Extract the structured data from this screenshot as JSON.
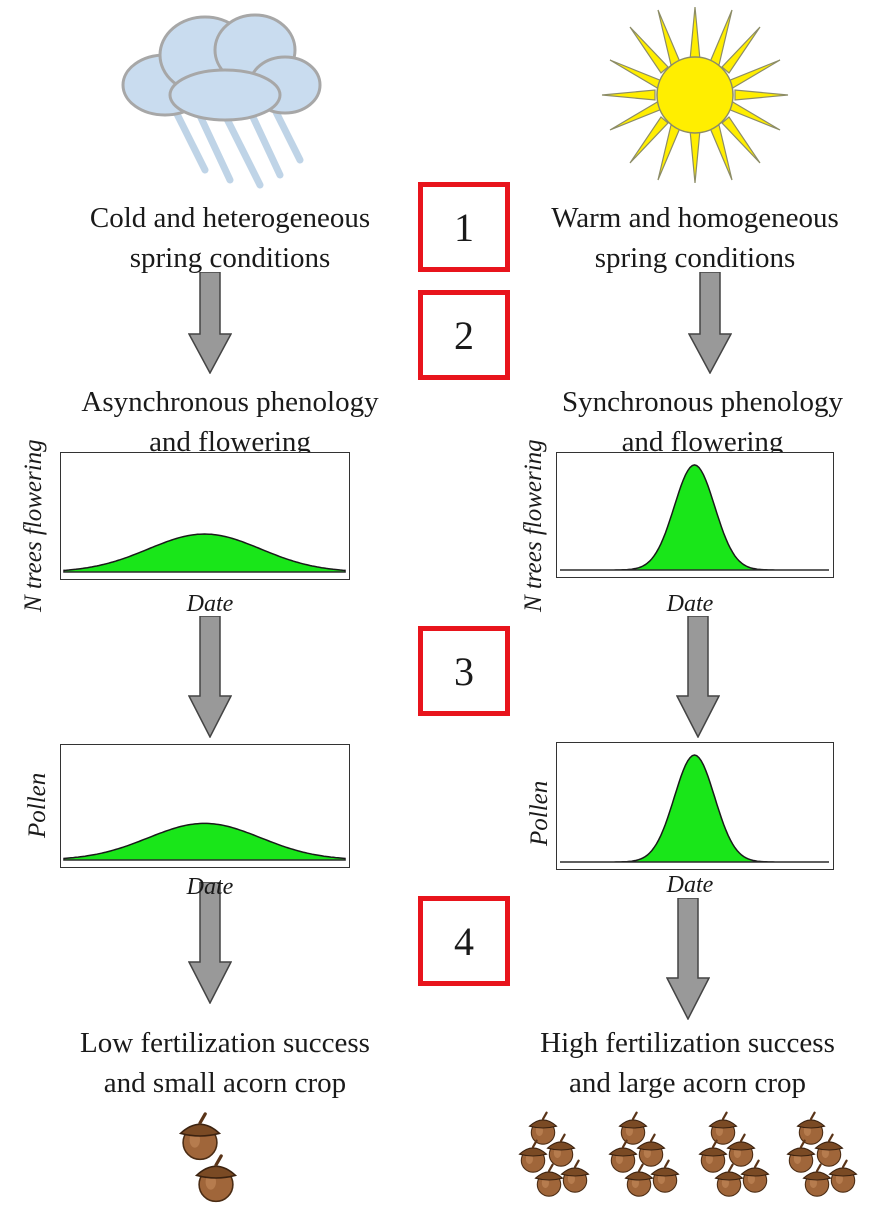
{
  "left": {
    "condition_line1": "Cold and heterogeneous",
    "condition_line2": "spring conditions",
    "phenology_line1": "Asynchronous phenology",
    "phenology_line2": "and flowering",
    "outcome_line1": "Low fertilization success",
    "outcome_line2": "and small acorn crop"
  },
  "right": {
    "condition_line1": "Warm and homogeneous",
    "condition_line2": "spring conditions",
    "phenology_line1": "Synchronous phenology",
    "phenology_line2": "and  flowering",
    "outcome_line1": "High fertilization success",
    "outcome_line2": "and large acorn crop"
  },
  "steps": [
    "1",
    "2",
    "3",
    "4"
  ],
  "axis": {
    "flowering_ylabel": "N trees flowering",
    "pollen_ylabel": "Pollen",
    "xlabel": "Date"
  },
  "colors": {
    "fill": "#19e619",
    "box_border": "#e8141c",
    "arrow": "#999999",
    "sun": "#ffee00",
    "cloud": "#c9dcef"
  },
  "icons": {
    "left_weather": "rain-cloud-icon",
    "right_weather": "sun-icon",
    "acorn": "acorn-icon"
  },
  "chart_data": [
    {
      "type": "area",
      "panel": "left-flowering",
      "distribution": "normal",
      "peak": 0.33,
      "spread": "wide"
    },
    {
      "type": "area",
      "panel": "right-flowering",
      "distribution": "normal",
      "peak": 0.93,
      "spread": "narrow"
    },
    {
      "type": "area",
      "panel": "left-pollen",
      "distribution": "normal",
      "peak": 0.33,
      "spread": "wide"
    },
    {
      "type": "area",
      "panel": "right-pollen",
      "distribution": "normal",
      "peak": 0.93,
      "spread": "narrow"
    }
  ]
}
